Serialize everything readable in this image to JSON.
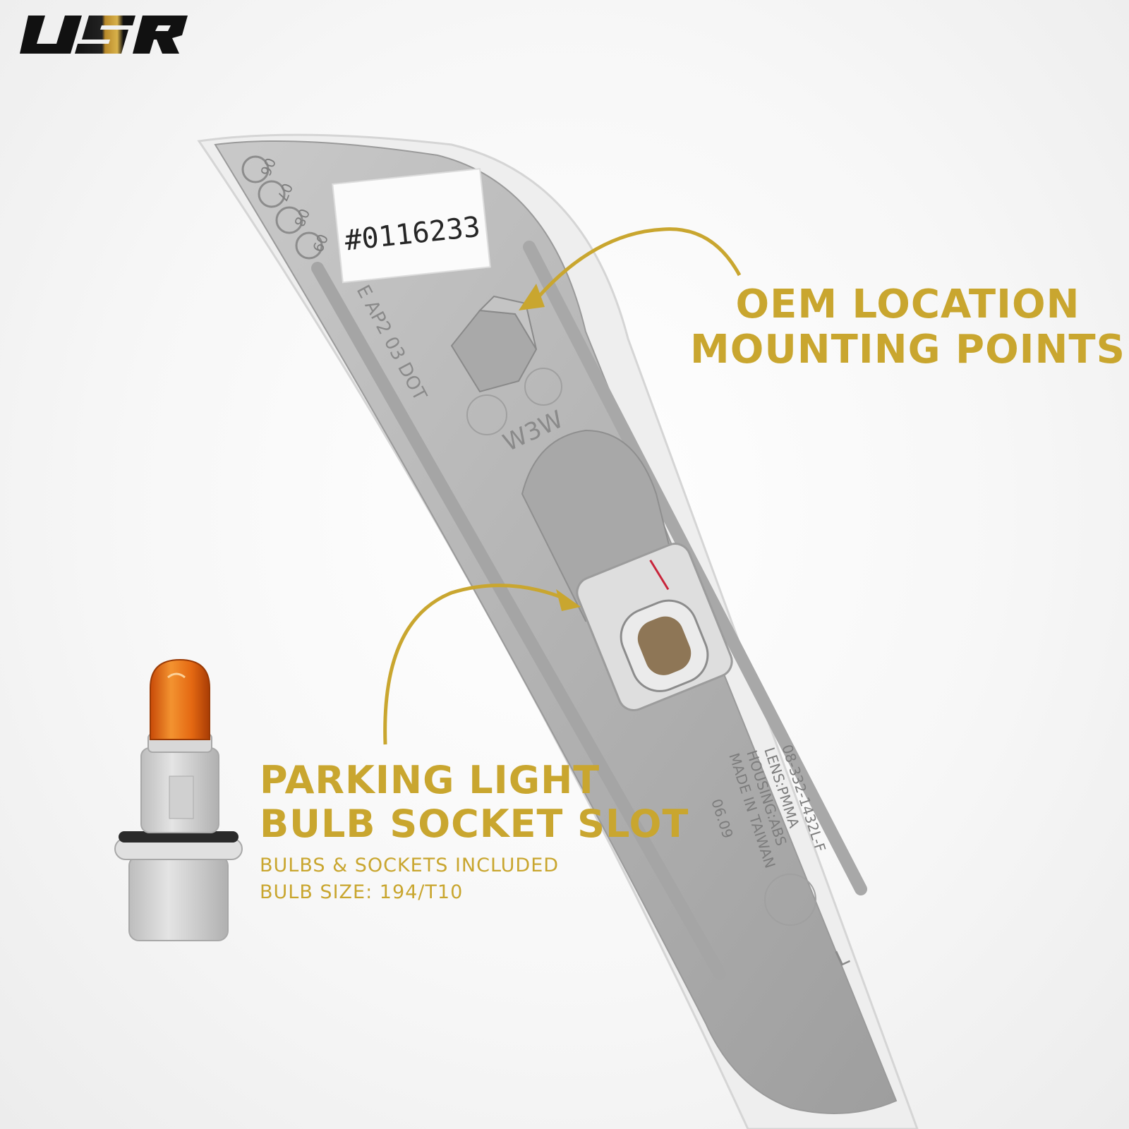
{
  "logo": {
    "brand": "USR",
    "icon": "usr-logo-icon"
  },
  "label": {
    "part_number": "#0116233",
    "bulb_marking": "W3W",
    "molded_marking": "E AP2 03 DOT",
    "side_marking": "L",
    "date_codes": [
      "06",
      "07",
      "08",
      "09"
    ],
    "lens_info": [
      "08-332-1432L-F",
      "LENS:PMMA",
      "HOUSING:ABS",
      "MADE IN TAIWAN",
      "06.09"
    ]
  },
  "callouts": {
    "oem": {
      "line1": "OEM LOCATION",
      "line2": "MOUNTING POINTS"
    },
    "parking": {
      "line1": "PARKING LIGHT",
      "line2": "BULB SOCKET SLOT"
    },
    "details": {
      "line1": "BULBS & SOCKETS INCLUDED",
      "line2": "BULB SIZE: 194/T10"
    }
  },
  "colors": {
    "accent": "#c9a62f",
    "housing": "#b8b8b8",
    "bulb": "#e8701a"
  }
}
